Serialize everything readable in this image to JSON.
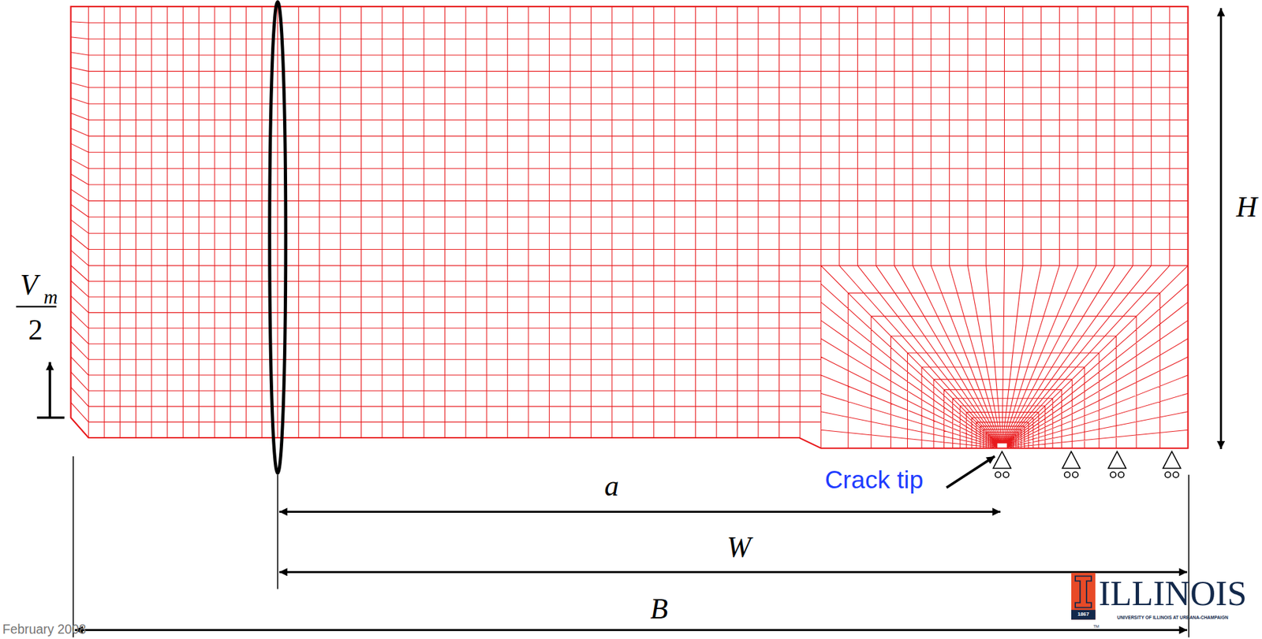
{
  "diagram": {
    "labels": [
      "V",
      "m",
      "2",
      "H",
      "a",
      "W",
      "B",
      "Crack tip",
      "1867",
      "ILLINOIS",
      "UNIVERSITY OF ILLINOIS AT URBANA-CHAMPAIGN",
      "TM",
      "February 2008"
    ]
  }
}
